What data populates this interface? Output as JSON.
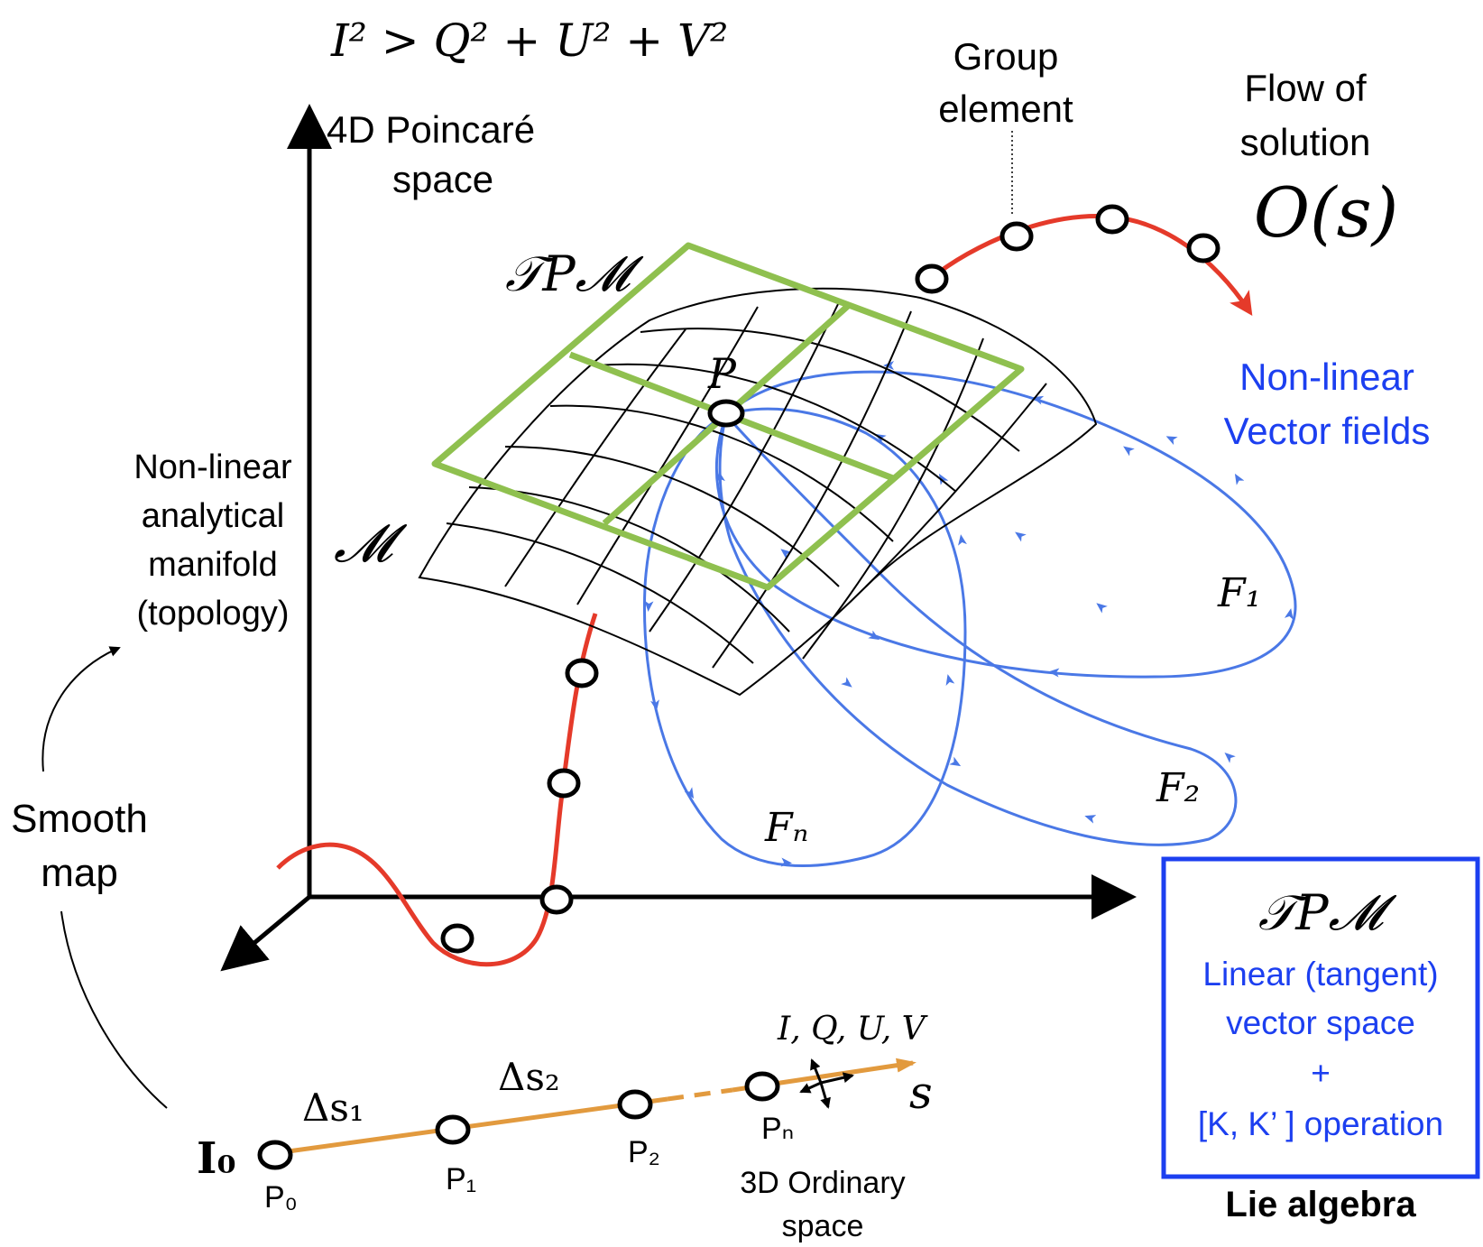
{
  "header": {
    "condition": "I² > Q² + U² + V²",
    "axis_label_line1": "4D Poincaré",
    "axis_label_line2": "space"
  },
  "labels": {
    "group_element_1": "Group",
    "group_element_2": "element",
    "flow_1": "Flow of",
    "flow_2": "solution",
    "flow_symbol": "O(s)",
    "tangent_space_symbol": "𝒯P𝓜",
    "manifold_symbol": "𝓜",
    "point_symbol": "P",
    "manifold_desc_1": "Non-linear",
    "manifold_desc_2": "analytical",
    "manifold_desc_3": "manifold",
    "manifold_desc_4": "(topology)",
    "vector_fields_1": "Non-linear",
    "vector_fields_2": "Vector fields",
    "field_1": "F₁",
    "field_2": "F₂",
    "field_n": "Fₙ",
    "smooth_map_1": "Smooth",
    "smooth_map_2": "map"
  },
  "path": {
    "start": "I₀",
    "p0": "P₀",
    "p1": "P₁",
    "p2": "P₂",
    "pn": "Pₙ",
    "ds1": "Δs₁",
    "ds2": "Δs₂",
    "s": "s",
    "stokes": "I, Q, U, V",
    "ordinary_1": "3D Ordinary",
    "ordinary_2": "space"
  },
  "lie_box": {
    "symbol": "𝒯P𝓜",
    "line1": "Linear (tangent)",
    "line2": "vector space",
    "line3": "+",
    "line4": "[K, K’ ] operation",
    "caption": "Lie algebra"
  },
  "colors": {
    "red_curve": "#e53a2a",
    "green_plane": "#8fc04f",
    "blue_fields": "#4a78e6",
    "blue_text": "#1c3ff0",
    "orange_path": "#e29a3e",
    "black": "#000000"
  }
}
